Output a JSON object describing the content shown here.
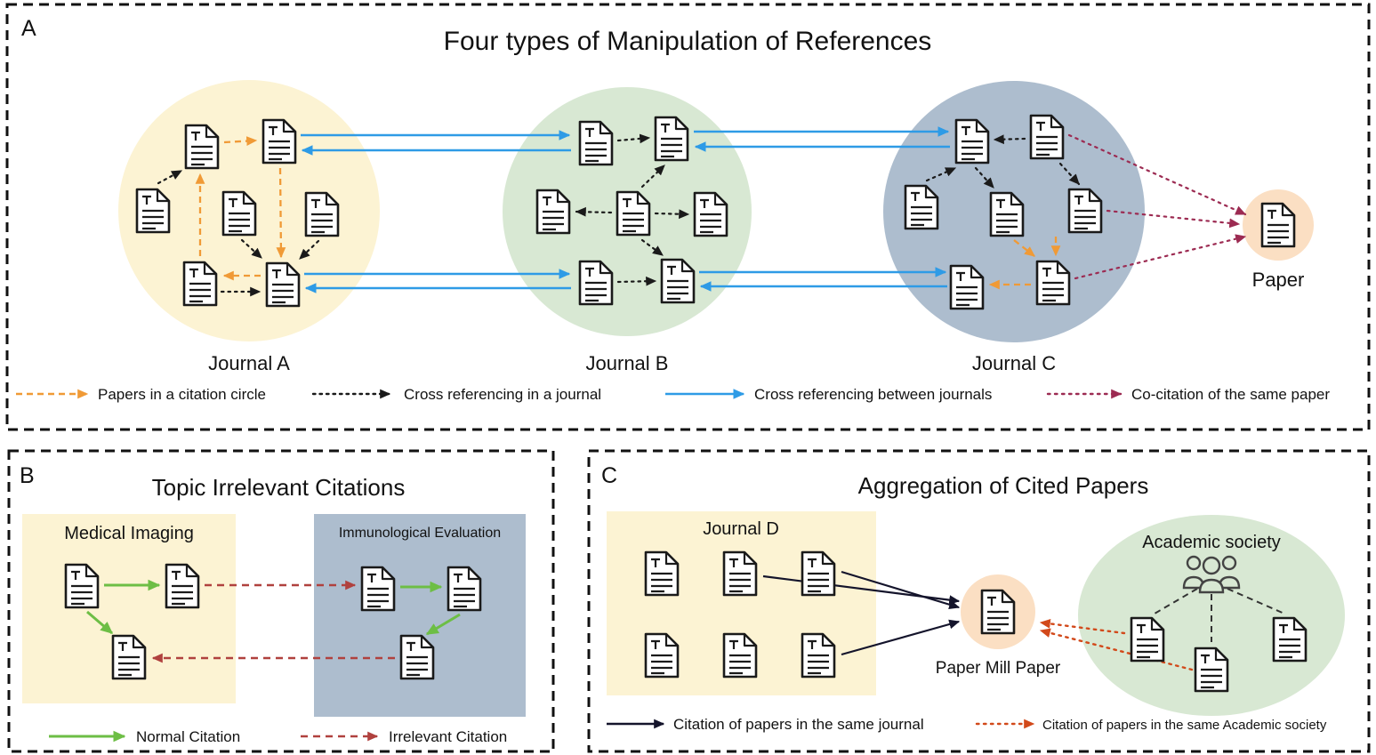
{
  "panel_a": {
    "letter": "A",
    "title": "Four types of Manipulation of References",
    "journal_a": "Journal A",
    "journal_b": "Journal B",
    "journal_c": "Journal C",
    "paper": "Paper",
    "legend": [
      {
        "label": "Papers in a citation circle",
        "color": "#F09A36",
        "line_style": "dashed"
      },
      {
        "label": "Cross referencing in a journal",
        "color": "#1A1A1A",
        "line_style": "dotted"
      },
      {
        "label": "Cross referencing between journals",
        "color": "#2E9BE6",
        "line_style": "solid"
      },
      {
        "label": "Co-citation of the same paper",
        "color": "#9C2B52",
        "line_style": "dotted"
      }
    ]
  },
  "panel_b": {
    "letter": "B",
    "title": "Topic Irrelevant Citations",
    "group_left": "Medical Imaging",
    "group_right": "Immunological Evaluation",
    "legend": [
      {
        "label": "Normal Citation",
        "color": "#6DBE45",
        "line_style": "solid"
      },
      {
        "label": "Irrelevant Citation",
        "color": "#B0413E",
        "line_style": "dashed"
      }
    ]
  },
  "panel_c": {
    "letter": "C",
    "title": "Aggregation of Cited Papers",
    "journal_d": "Journal D",
    "paper_mill": "Paper Mill Paper",
    "society": "Academic society",
    "legend": [
      {
        "label": "Citation of papers in the same journal",
        "color": "#14142B",
        "line_style": "solid"
      },
      {
        "label": "Citation of papers in the same Academic society",
        "color": "#D2491A",
        "line_style": "dotted"
      }
    ]
  },
  "icons": {
    "document": "document-icon",
    "people": "people-group-icon"
  },
  "colors": {
    "journal_a_fill": "#FCF3D3",
    "journal_b_fill": "#D8E8D3",
    "journal_c_fill": "#ADBDCE",
    "paper_node_fill": "#FBDFC3",
    "panel_border": "#111111"
  }
}
